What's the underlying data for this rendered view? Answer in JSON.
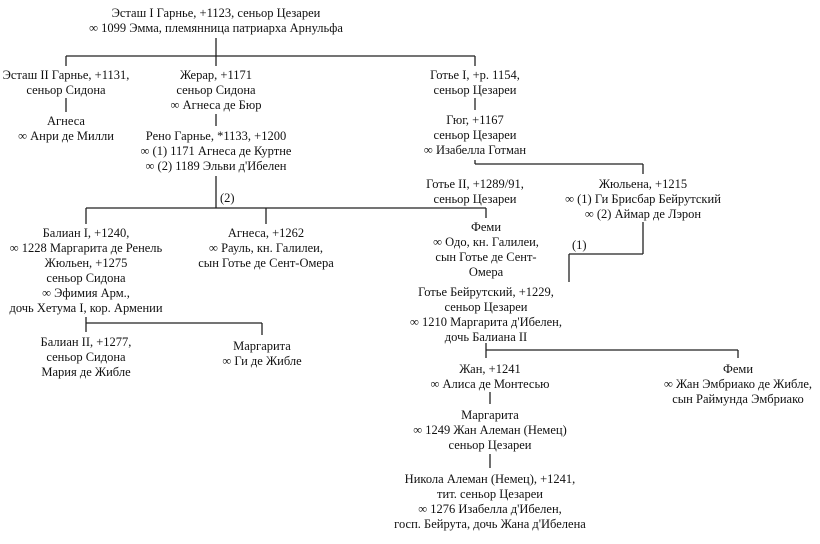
{
  "nodes": {
    "eustace1": {
      "lines": [
        "Эсташ I Гарнье, +1123, сеньор Цезареи",
        "∞ 1099 Эмма, племянница патриарха Арнульфа"
      ]
    },
    "eustace2": {
      "lines": [
        "Эсташ II Гарнье, +1131,",
        "сеньор Сидона"
      ]
    },
    "agnes_a": {
      "lines": [
        "Агнеса",
        "∞ Анри де Милли"
      ]
    },
    "gerard": {
      "lines": [
        "Жерар, +1171",
        "сеньор Сидона",
        "∞ Агнеса де Бюр"
      ]
    },
    "reno": {
      "lines": [
        "Рено Гарнье, *1133, +1200",
        "∞ (1) 1171 Агнеса де Куртне",
        "∞ (2) 1189 Эльви д'Ибелен"
      ]
    },
    "gautier1": {
      "lines": [
        "Готье I, +р. 1154,",
        "сеньор Цезареи"
      ]
    },
    "hugh": {
      "lines": [
        "Гюг, +1167",
        "сеньор Цезареи",
        "∞ Изабелла Готман"
      ]
    },
    "gautier2": {
      "lines": [
        "Готье II, +1289/91,",
        "сеньор Цезареи"
      ]
    },
    "julienne": {
      "lines": [
        "Жюльена, +1215",
        "∞ (1) Ги Брисбар Бейрутский",
        "∞ (2) Аймар де Лэрон"
      ]
    },
    "balian1": {
      "lines": [
        "Балиан I, +1240,",
        "∞ 1228 Маргарита де Ренель",
        "Жюльен, +1275",
        "сеньор Сидона",
        "∞ Эфимия Арм.,",
        "дочь Хетума I, кор. Армении"
      ]
    },
    "agnes_b": {
      "lines": [
        "Агнеса, +1262",
        "∞ Рауль, кн. Галилеи,",
        "сын Готье де Сент-Омера"
      ]
    },
    "femi1": {
      "lines": [
        "Феми",
        "∞ Одо, кн. Галилеи,",
        "сын Готье де Сент-",
        "Омера"
      ]
    },
    "gautier_b": {
      "lines": [
        "Готье Бейрутский, +1229,",
        "сеньор Цезареи",
        "∞ 1210 Маргарита д'Ибелен,",
        "дочь Балиана II"
      ]
    },
    "balian2": {
      "lines": [
        "Балиан II, +1277,",
        "сеньор Сидона",
        "Мария де Жибле"
      ]
    },
    "margarita_a": {
      "lines": [
        "Маргарита",
        "∞ Ги де Жибле"
      ]
    },
    "jean": {
      "lines": [
        "Жан, +1241",
        "∞ Алиса де Монтесью"
      ]
    },
    "femi2": {
      "lines": [
        "Феми",
        "∞ Жан Эмбриако де Жибле,",
        "сын Раймунда Эмбриако"
      ]
    },
    "margarita_b": {
      "lines": [
        "Маргарита",
        "∞ 1249 Жан Алеман (Немец)",
        "сеньор Цезареи"
      ]
    },
    "nicola": {
      "lines": [
        "Никола Алеман (Немец), +1241,",
        "тит. сеньор Цезареи",
        "∞ 1276 Изабелла д'Ибелен,",
        "госп. Бейрута, дочь Жана д'Ибелена"
      ]
    }
  },
  "marriage_labels": {
    "reno_second": "(2)",
    "julienne_first": "(1)"
  }
}
